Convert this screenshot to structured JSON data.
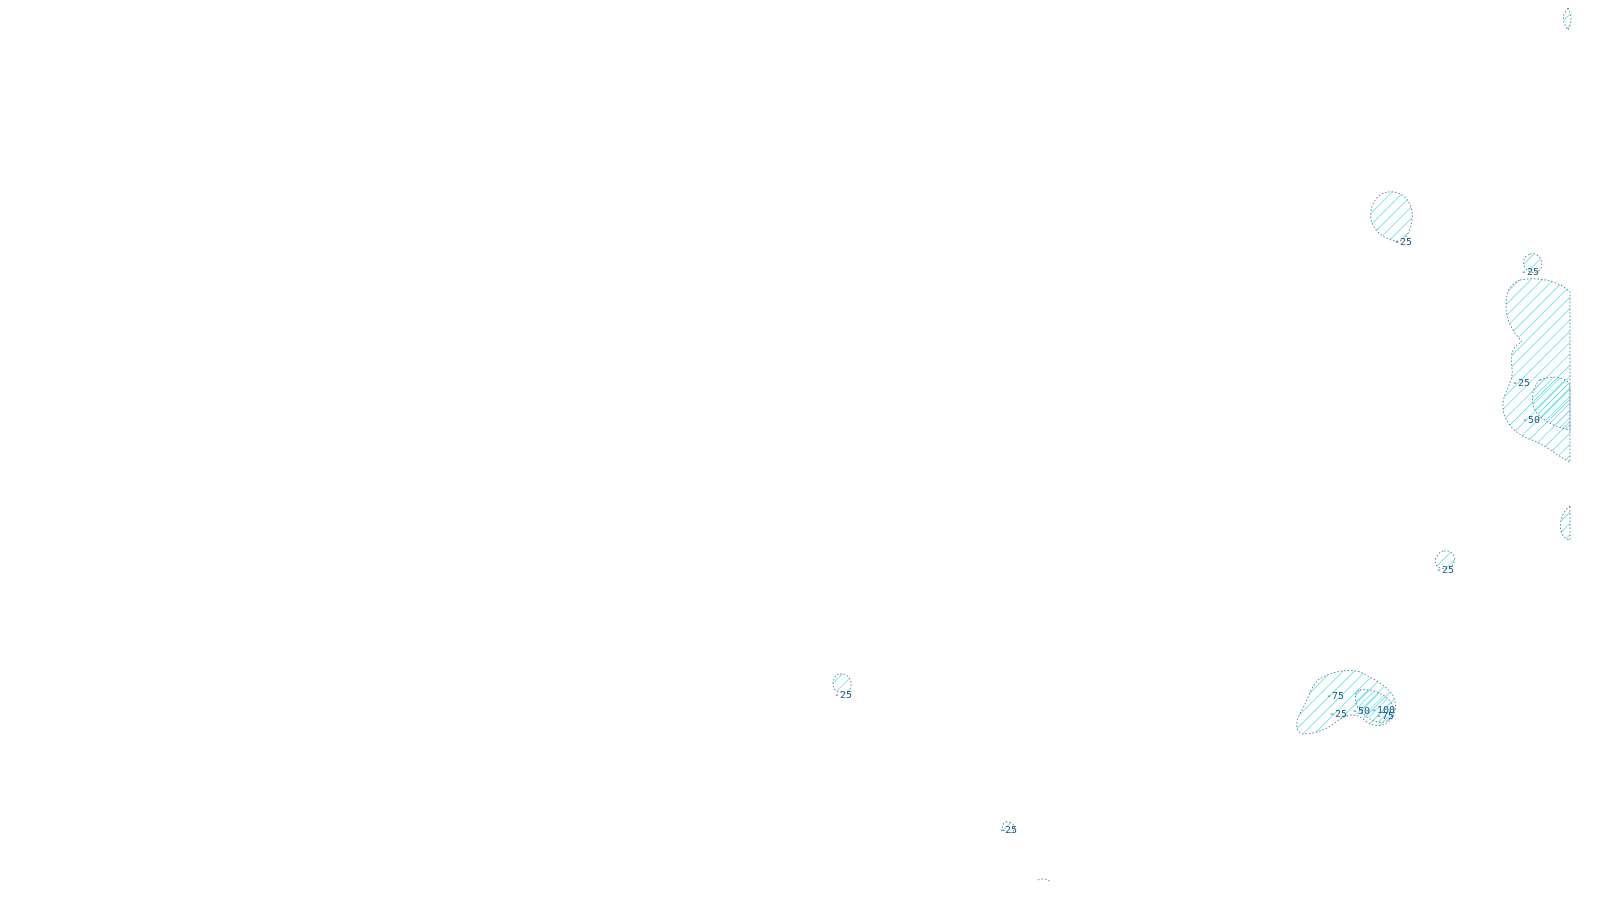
{
  "colors": {
    "hatch": "#1fd3e6",
    "contour": "#3a6f8a",
    "label": "#1e5a86",
    "background": "#ffffff"
  },
  "contour_labels": {
    "c1": "-25",
    "c2": "-25",
    "c3": "-25",
    "c4": "-50",
    "c5": "-25",
    "c6": "-25",
    "c7": "-75",
    "c8": "-25",
    "c9": "-50",
    "c10": "-100",
    "c11": "-75",
    "c12": "-25"
  }
}
